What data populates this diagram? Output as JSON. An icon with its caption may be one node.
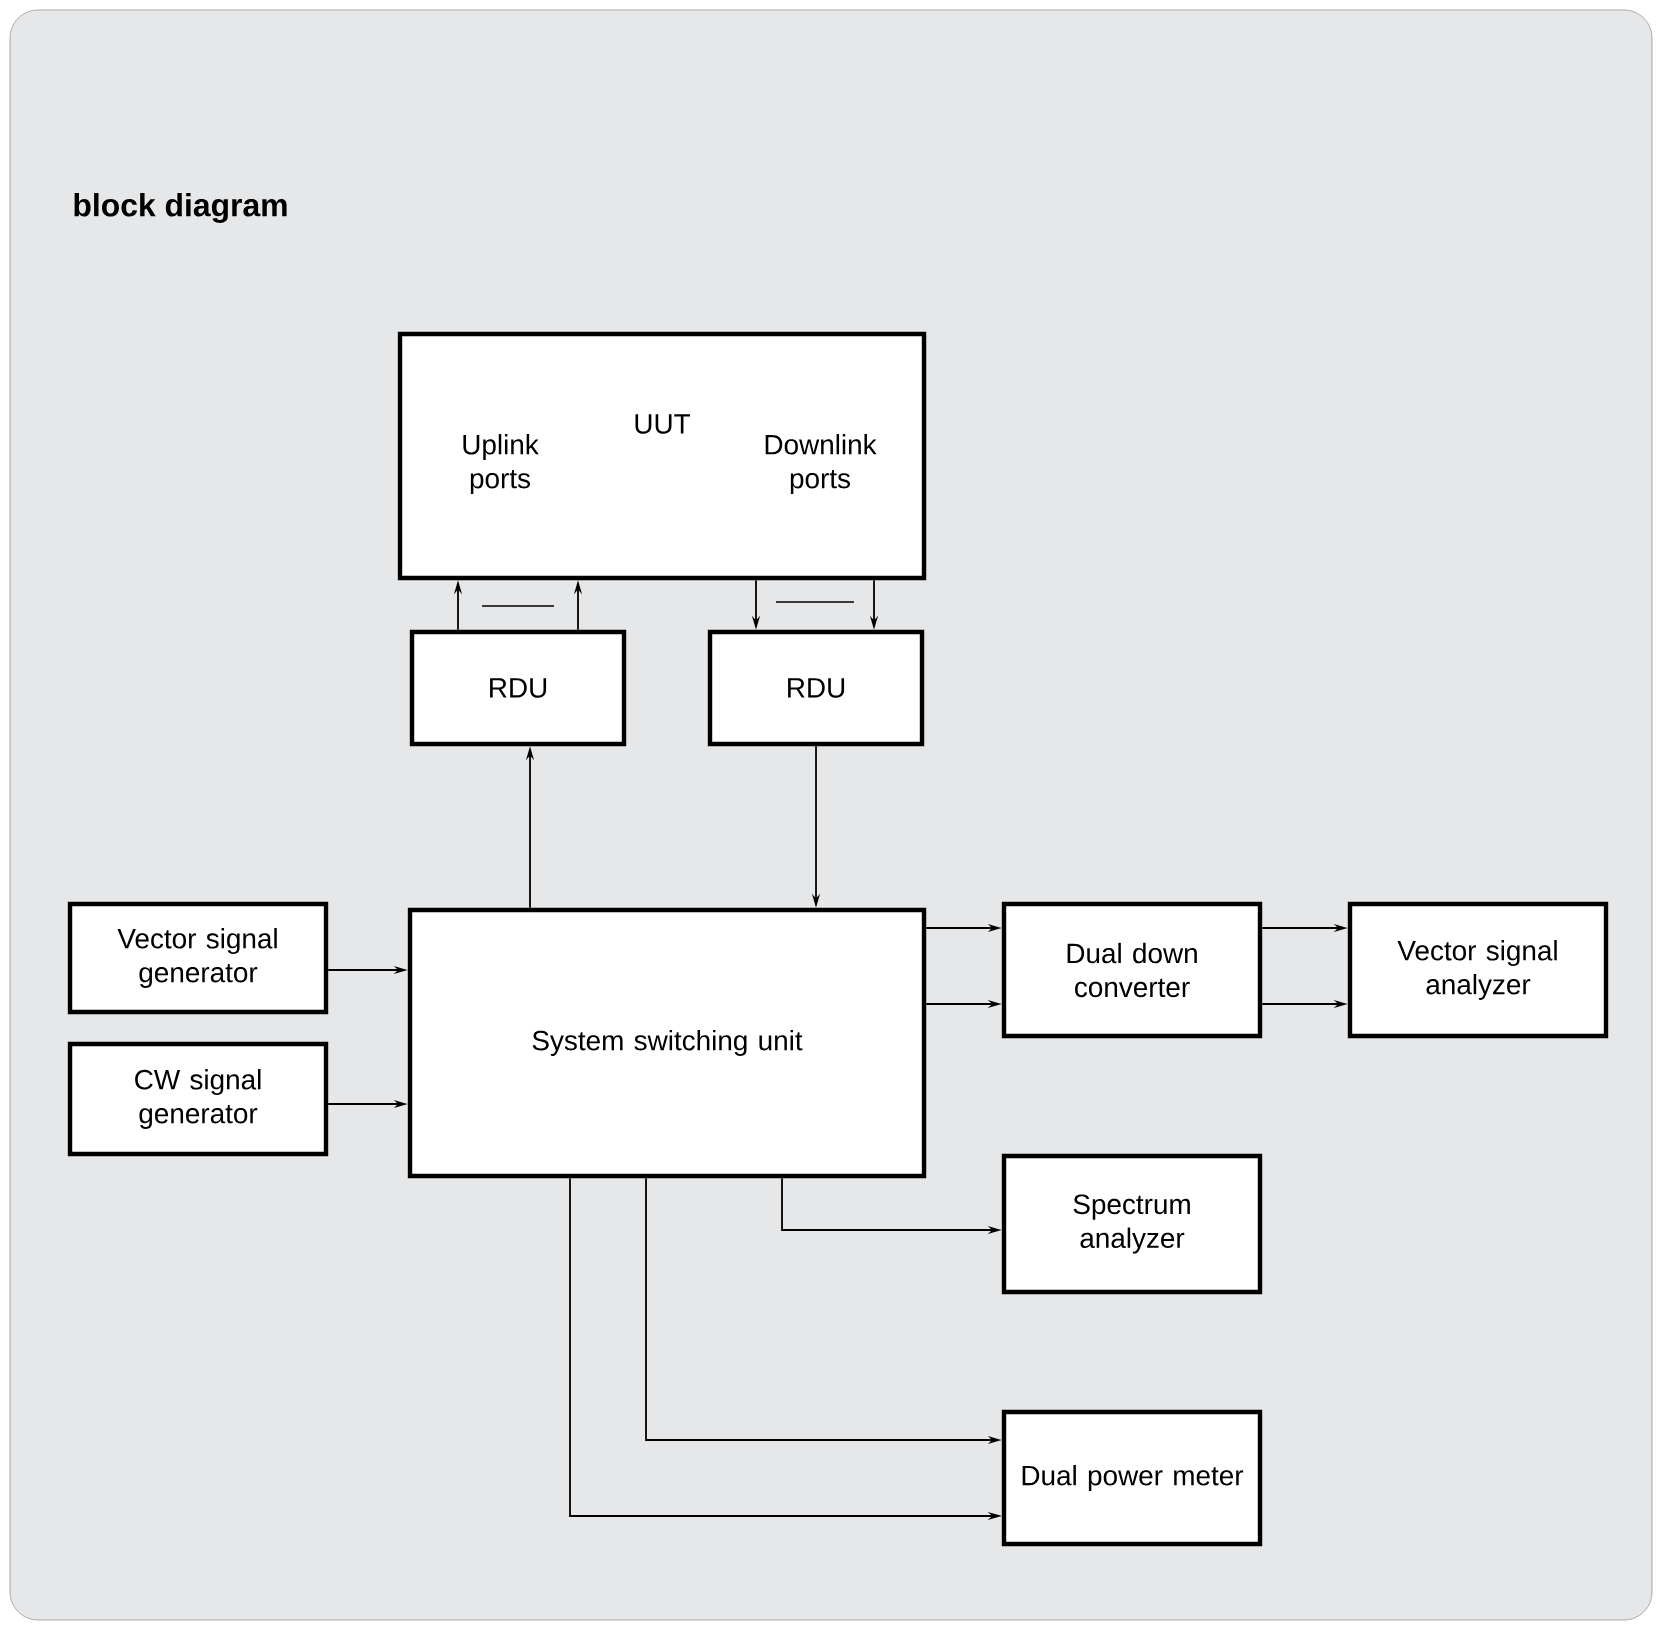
{
  "diagram": {
    "title": "block diagram",
    "nodes": [
      {
        "text": [
          "UUT",
          "Uplink ports",
          "Downlink ports"
        ]
      },
      {
        "text": [
          "RDU"
        ]
      },
      {
        "text": [
          "RDU"
        ]
      },
      {
        "text": [
          "Vector signal generator"
        ]
      },
      {
        "text": [
          "System switching unit"
        ]
      },
      {
        "text": [
          "Dual down converter"
        ]
      },
      {
        "text": [
          "Vector signal analyzer"
        ]
      },
      {
        "text": [
          "CW signal generator"
        ]
      },
      {
        "text": [
          "Spectrum analyzer"
        ]
      },
      {
        "text": [
          "Dual power meter"
        ]
      }
    ],
    "edges": [
      {
        "from": 1,
        "to": 0,
        "arrow": "to"
      },
      {
        "from": 1,
        "to": 0,
        "arrow": "to"
      },
      {
        "from": 0,
        "to": 2,
        "arrow": "to"
      },
      {
        "from": 0,
        "to": 2,
        "arrow": "to"
      },
      {
        "from": 4,
        "to": 1,
        "arrow": "to"
      },
      {
        "from": 2,
        "to": 4,
        "arrow": "to"
      },
      {
        "from": 3,
        "to": 4,
        "arrow": "to"
      },
      {
        "from": 7,
        "to": 4,
        "arrow": "to"
      },
      {
        "from": 4,
        "to": 5,
        "arrow": "to"
      },
      {
        "from": 4,
        "to": 5,
        "arrow": "to"
      },
      {
        "from": 5,
        "to": 6,
        "arrow": "to"
      },
      {
        "from": 5,
        "to": 6,
        "arrow": "to"
      },
      {
        "from": 4,
        "to": 8,
        "arrow": "to"
      },
      {
        "from": 4,
        "to": 9,
        "arrow": "to"
      },
      {
        "from": 4,
        "to": 9,
        "arrow": "to"
      }
    ]
  }
}
